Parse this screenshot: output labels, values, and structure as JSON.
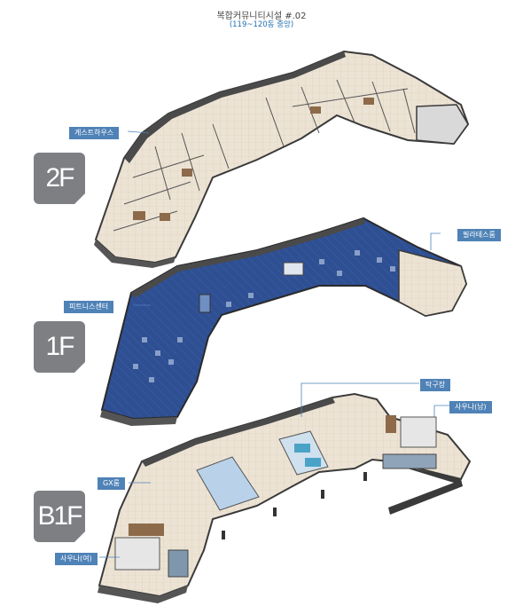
{
  "header": {
    "title": "복합커뮤니티시설 #.02",
    "subtitle": "(119~120동 중앙)"
  },
  "floors": [
    {
      "name": "2F",
      "labels": [
        {
          "text": "게스트하우스"
        }
      ]
    },
    {
      "name": "1F",
      "labels": [
        {
          "text": "필라테스룸"
        },
        {
          "text": "피트니스센터"
        }
      ]
    },
    {
      "name": "B1F",
      "labels": [
        {
          "text": "탁구장"
        },
        {
          "text": "사우나(남)"
        },
        {
          "text": "GX룸"
        },
        {
          "text": "사우나(여)"
        }
      ]
    }
  ],
  "colors": {
    "badge": "#7d7f83",
    "label_bg": "#4f82b6",
    "fitness_floor": "#2d4c8f",
    "wall": "#3a3a3a",
    "floor_tile": "#e9dfcf"
  }
}
